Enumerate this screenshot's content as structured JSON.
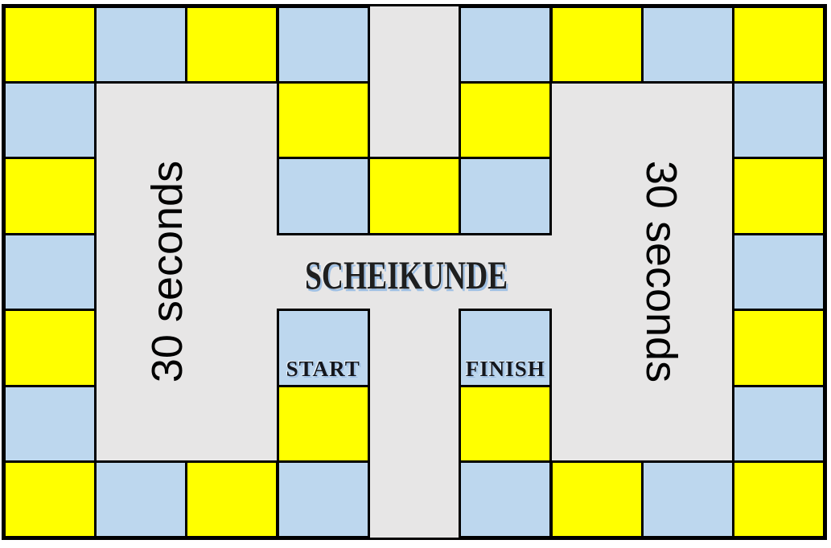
{
  "board": {
    "title": "SCHEIKUNDE",
    "side_labels": {
      "left": "30 seconds",
      "right": "30 seconds"
    },
    "colors": {
      "yellow": "#FFFF00",
      "blue": "#BDD7EE",
      "board_background": "#E7E6E6",
      "grid_line": "#000000",
      "page_background": "#FFFFFF",
      "title_text": "#1F1F1F",
      "title_shadow": "#9FC0E4",
      "side_label_text": "#000000"
    },
    "grid": {
      "columns": 9,
      "rows": 7
    },
    "cells": [
      {
        "row": 1,
        "col": 1,
        "color": "yellow"
      },
      {
        "row": 1,
        "col": 2,
        "color": "blue"
      },
      {
        "row": 1,
        "col": 3,
        "color": "yellow"
      },
      {
        "row": 1,
        "col": 4,
        "color": "blue"
      },
      {
        "row": 1,
        "col": 6,
        "color": "blue"
      },
      {
        "row": 1,
        "col": 7,
        "color": "yellow"
      },
      {
        "row": 1,
        "col": 8,
        "color": "blue"
      },
      {
        "row": 1,
        "col": 9,
        "color": "yellow"
      },
      {
        "row": 2,
        "col": 1,
        "color": "blue"
      },
      {
        "row": 2,
        "col": 4,
        "color": "yellow"
      },
      {
        "row": 2,
        "col": 6,
        "color": "yellow"
      },
      {
        "row": 2,
        "col": 9,
        "color": "blue"
      },
      {
        "row": 3,
        "col": 1,
        "color": "yellow"
      },
      {
        "row": 3,
        "col": 4,
        "color": "blue"
      },
      {
        "row": 3,
        "col": 5,
        "color": "yellow"
      },
      {
        "row": 3,
        "col": 6,
        "color": "blue"
      },
      {
        "row": 3,
        "col": 9,
        "color": "yellow"
      },
      {
        "row": 4,
        "col": 1,
        "color": "blue"
      },
      {
        "row": 4,
        "col": 9,
        "color": "blue"
      },
      {
        "row": 5,
        "col": 1,
        "color": "yellow"
      },
      {
        "row": 5,
        "col": 4,
        "color": "blue",
        "label": "START"
      },
      {
        "row": 5,
        "col": 6,
        "color": "blue",
        "label": "FINISH"
      },
      {
        "row": 5,
        "col": 9,
        "color": "yellow"
      },
      {
        "row": 6,
        "col": 1,
        "color": "blue"
      },
      {
        "row": 6,
        "col": 4,
        "color": "yellow"
      },
      {
        "row": 6,
        "col": 6,
        "color": "yellow"
      },
      {
        "row": 6,
        "col": 9,
        "color": "blue"
      },
      {
        "row": 7,
        "col": 1,
        "color": "yellow"
      },
      {
        "row": 7,
        "col": 2,
        "color": "blue"
      },
      {
        "row": 7,
        "col": 3,
        "color": "yellow"
      },
      {
        "row": 7,
        "col": 4,
        "color": "blue"
      },
      {
        "row": 7,
        "col": 6,
        "color": "blue"
      },
      {
        "row": 7,
        "col": 7,
        "color": "yellow"
      },
      {
        "row": 7,
        "col": 8,
        "color": "blue"
      },
      {
        "row": 7,
        "col": 9,
        "color": "yellow"
      }
    ]
  }
}
